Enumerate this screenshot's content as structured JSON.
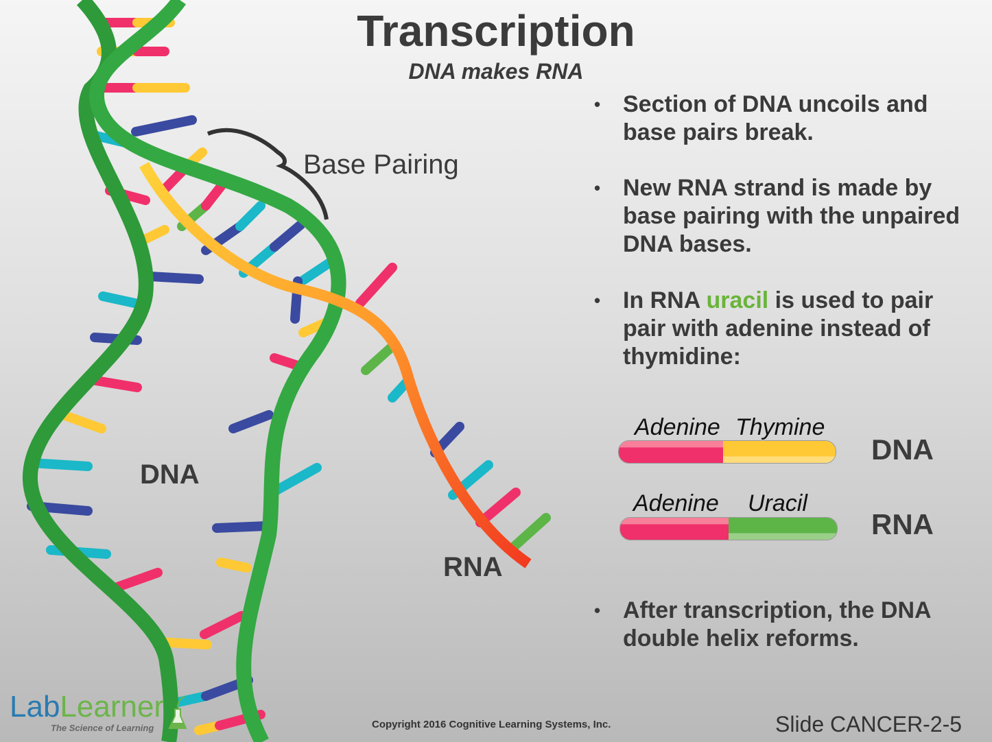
{
  "title": "Transcription",
  "subtitle": "DNA makes RNA",
  "diagram": {
    "base_pairing": "Base Pairing",
    "dna_label": "DNA",
    "rna_label": "RNA"
  },
  "bullets": [
    {
      "text": "Section of DNA uncoils and base pairs break."
    },
    {
      "text": "New RNA strand is made by base pairing with the unpaired DNA bases."
    },
    {
      "pre": "In RNA ",
      "highlight": "uracil",
      "post": " is used to pair pair with adenine instead of thymidine:"
    },
    {
      "text": "After transcription, the DNA double helix reforms."
    }
  ],
  "pairs": {
    "dna": {
      "left": "Adenine",
      "right": "Thymine",
      "label": "DNA"
    },
    "rna": {
      "left": "Adenine",
      "right": "Uracil",
      "label": "RNA"
    }
  },
  "colors": {
    "adenine": "#f0306a",
    "thymine": "#ffc935",
    "uracil": "#5db548",
    "cytosine": "#1ab8c8",
    "guanine": "#3a4aa0",
    "strand": "#2e9a3a"
  },
  "footer": {
    "copyright": "Copyright 2016 Cognitive Learning Systems, Inc.",
    "slide_id": "Slide CANCER-2-5",
    "logo": {
      "part1": "Lab",
      "part2": "Learner",
      "tagline": "The Science of Learning"
    }
  }
}
